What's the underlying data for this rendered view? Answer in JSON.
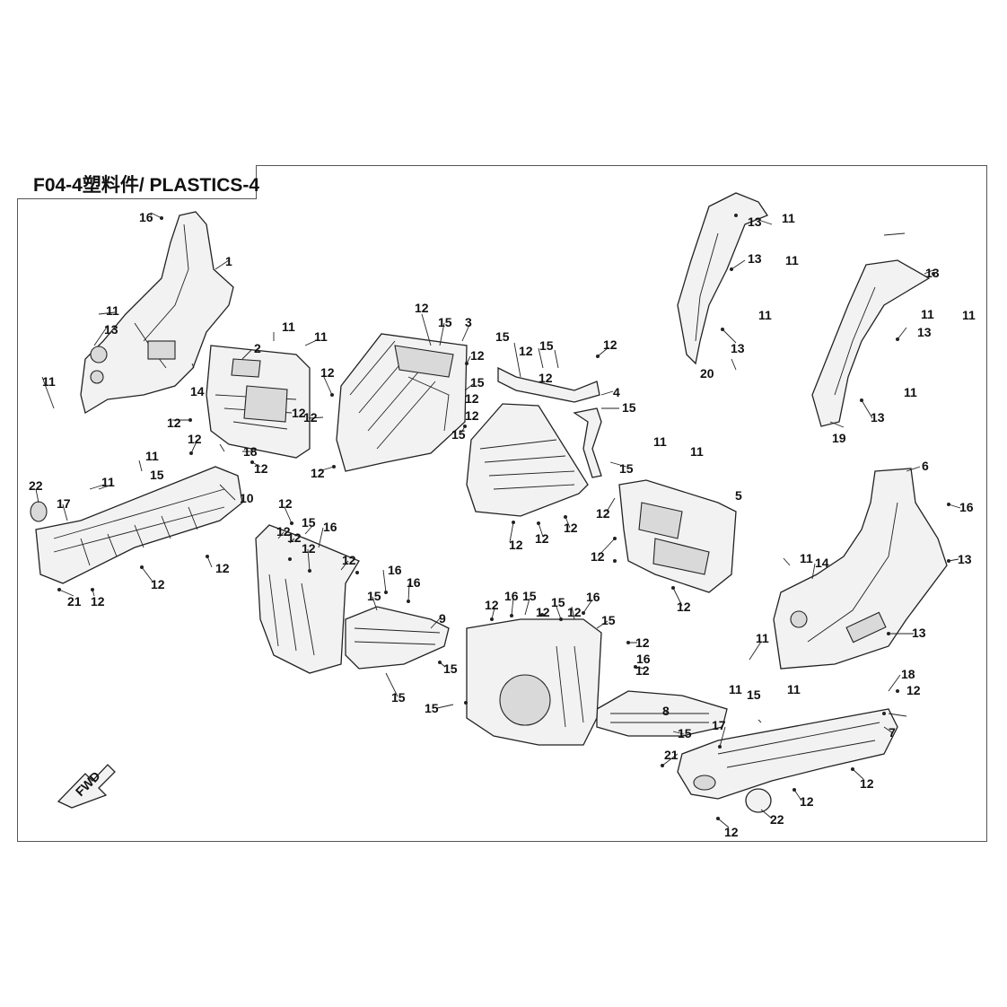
{
  "title": "F04-4塑料件/ PLASTICS-4",
  "fwd_label": "FWD",
  "colors": {
    "line": "#222222",
    "fill": "#f2f2f2",
    "shade": "#d9d9d9",
    "frame": "#555555"
  },
  "part_numbers": [
    "1",
    "2",
    "3",
    "4",
    "5",
    "6",
    "7",
    "8",
    "9",
    "10",
    "11",
    "12",
    "13",
    "14",
    "15",
    "16",
    "17",
    "18",
    "19",
    "20",
    "21",
    "22"
  ]
}
